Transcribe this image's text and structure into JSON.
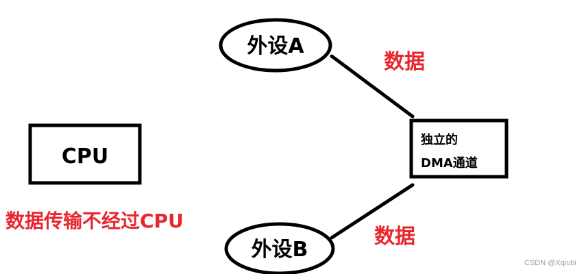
{
  "diagram": {
    "nodes": {
      "cpu": {
        "label": "CPU"
      },
      "peripheral_a": {
        "label": "外设A"
      },
      "peripheral_b": {
        "label": "外设B"
      },
      "dma_channel": {
        "line1": "独立的",
        "line2": "DMA通道"
      }
    },
    "edge_labels": {
      "a_to_dma": "数据",
      "b_to_dma": "数据"
    },
    "note": "数据传输不经过CPU",
    "colors": {
      "annotation": "#e8262e",
      "stroke": "#000000"
    }
  },
  "watermark": {
    "text": "CSDN @Xqiubi"
  }
}
